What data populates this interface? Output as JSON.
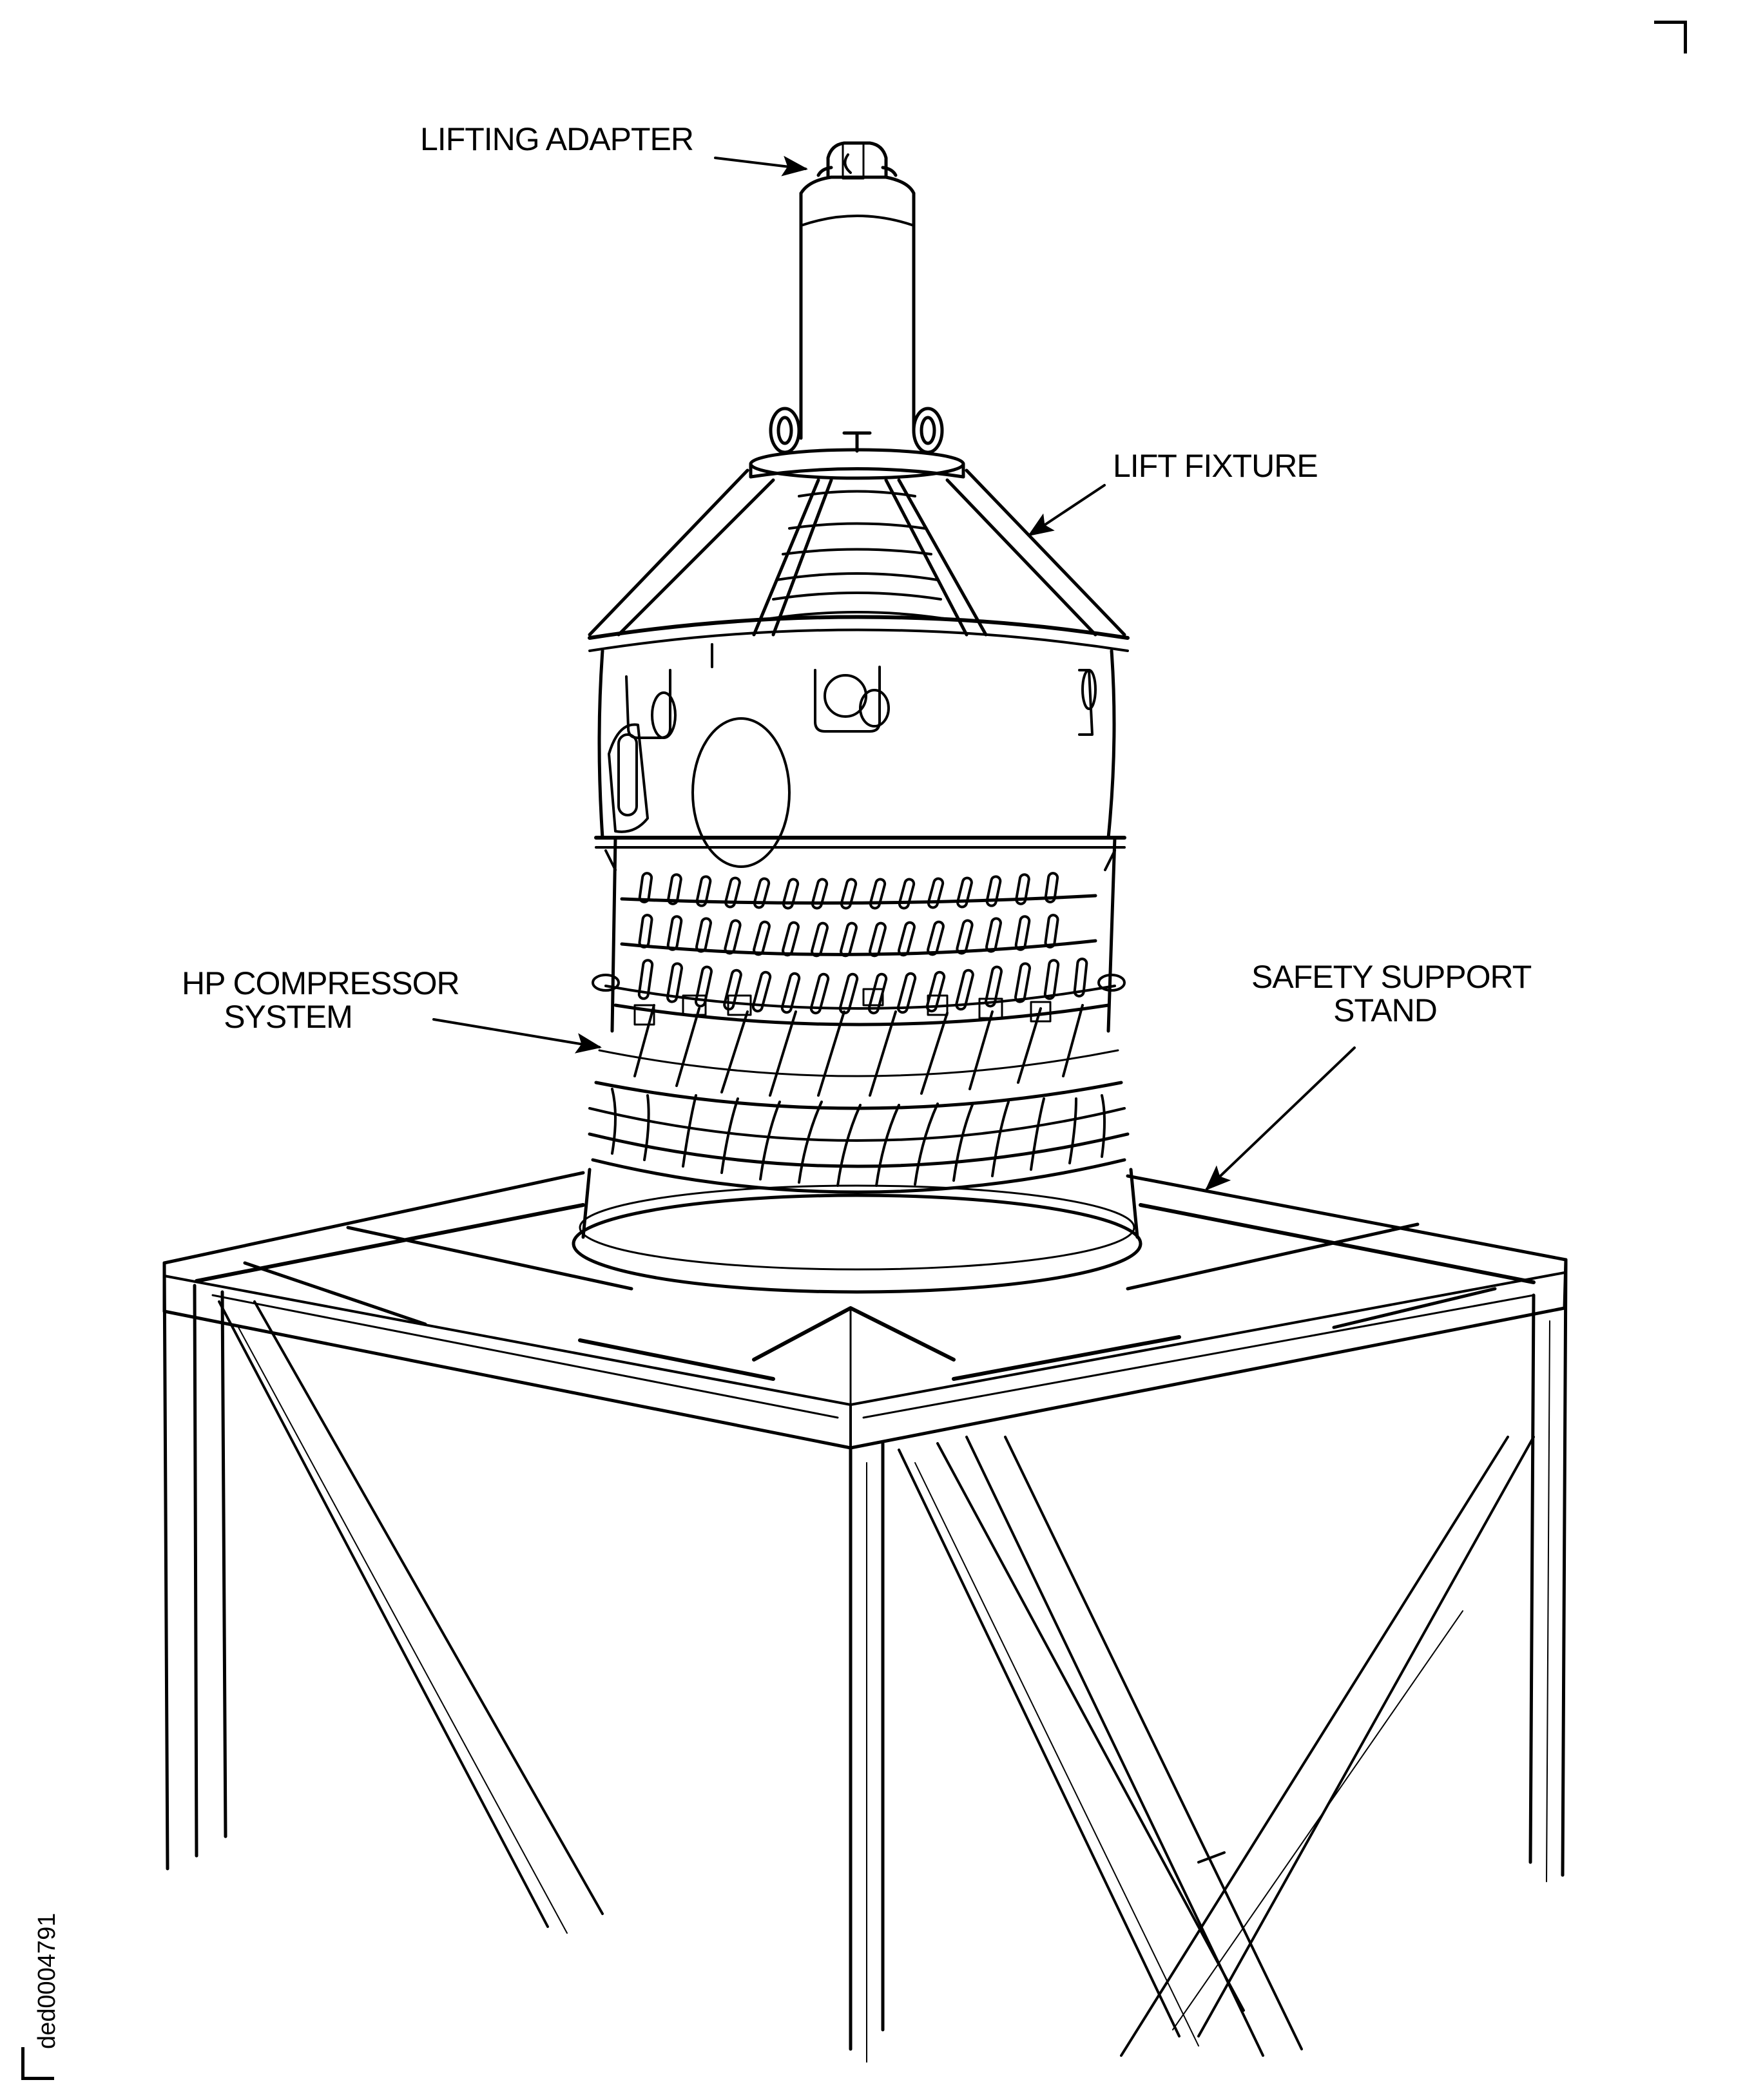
{
  "figure": {
    "id": "ded0004791",
    "subject": "HP compressor system on safety support stand",
    "colors": {
      "ink": "#000000",
      "background": "#ffffff"
    }
  },
  "callouts": [
    {
      "key": "lifting_adapter",
      "lines": [
        "LIFTING ADAPTER"
      ]
    },
    {
      "key": "lift_fixture",
      "lines": [
        "LIFT FIXTURE"
      ]
    },
    {
      "key": "hp_compressor",
      "lines": [
        "HP COMPRESSOR",
        "SYSTEM"
      ]
    },
    {
      "key": "safety_stand",
      "lines": [
        "SAFETY SUPPORT",
        "STAND"
      ]
    }
  ]
}
